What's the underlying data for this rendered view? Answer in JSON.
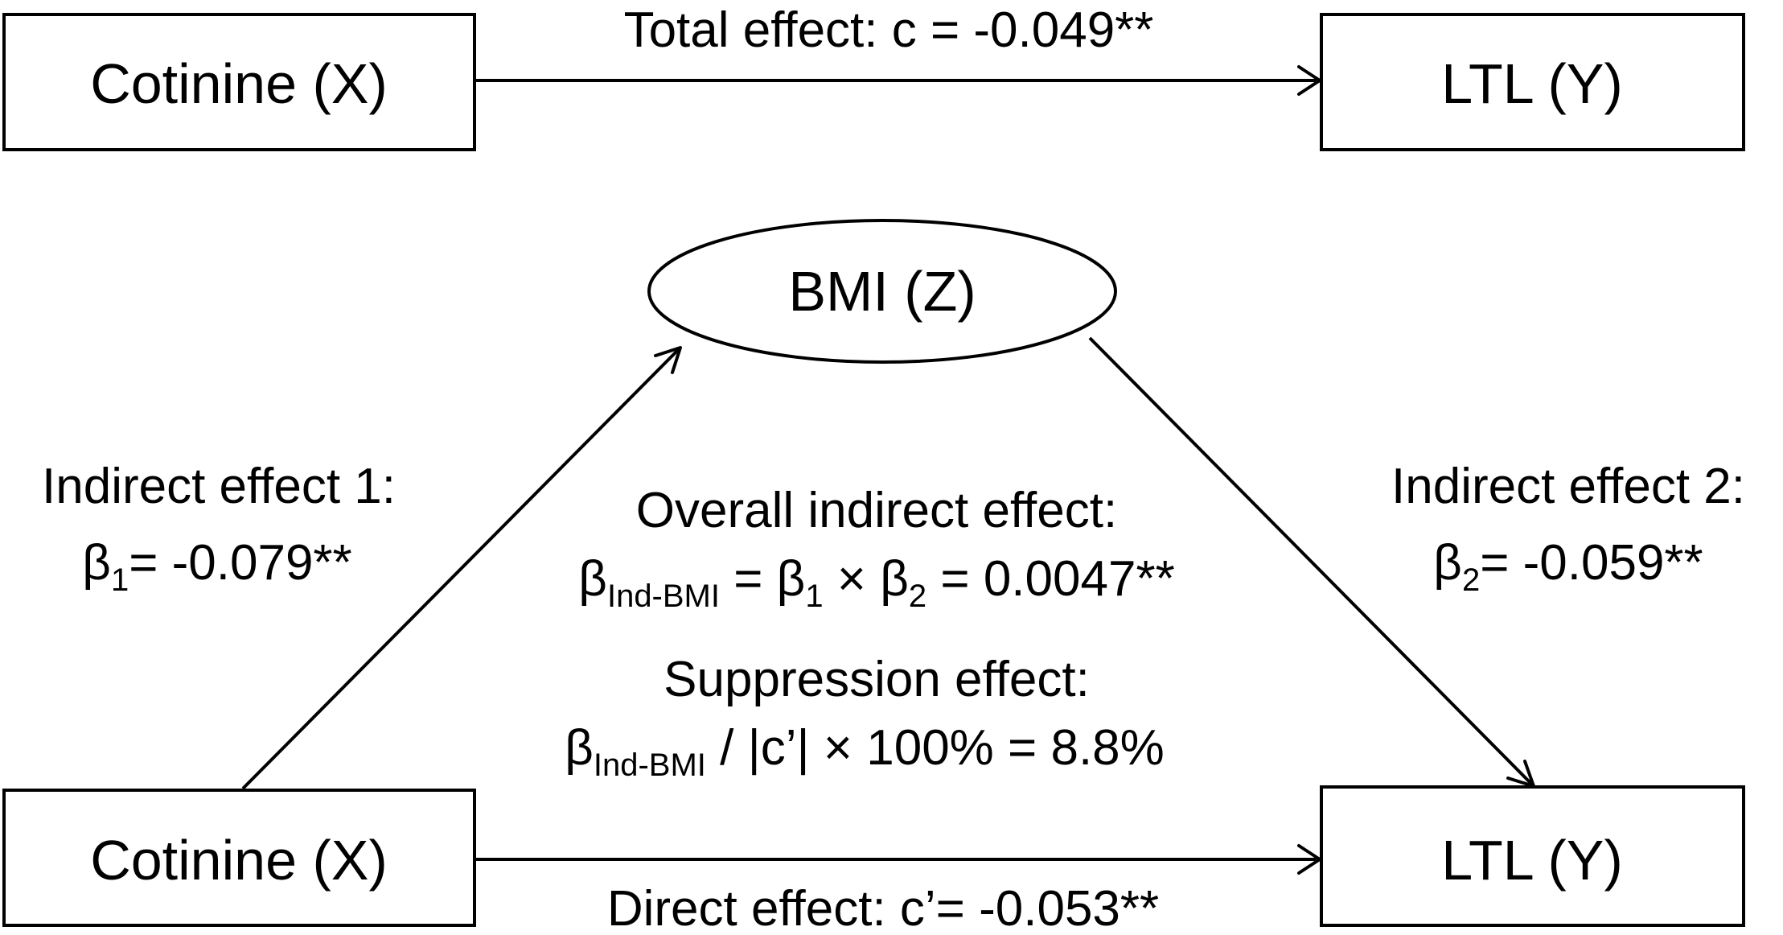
{
  "nodes": {
    "x_top": "Cotinine (X)",
    "y_top": "LTL (Y)",
    "mediator": "BMI (Z)",
    "x_bottom": "Cotinine (X)",
    "y_bottom": "LTL (Y)"
  },
  "labels": {
    "total_effect": "Total effect: c = -0.049**",
    "direct_effect": "Direct effect: c’= -0.053**",
    "indirect1": {
      "title": "Indirect effect 1:",
      "beta": "β",
      "sub": "1",
      "value": "= -0.079**"
    },
    "indirect2": {
      "title": "Indirect effect 2:",
      "beta": "β",
      "sub": "2",
      "value": "= -0.059**"
    },
    "overall": {
      "title": "Overall indirect effect:",
      "beta": "β",
      "sub_ind": "Ind-BMI",
      "eq": " = β",
      "sub1": "1",
      "times": " × β",
      "sub2": "2",
      "value": " = 0.0047**"
    },
    "suppression": {
      "title": "Suppression effect:",
      "beta": "β",
      "sub_ind": "Ind-BMI",
      "rest": " / |c’| × 100% = 8.8%"
    }
  }
}
